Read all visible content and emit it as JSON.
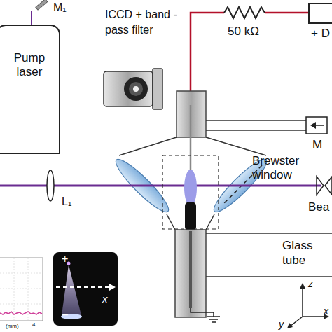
{
  "diagram": {
    "nodes": [
      {
        "text": [
          "Pump laser"
        ]
      },
      {
        "text": [
          "+ D"
        ]
      },
      {
        "text": [
          "+",
          "−",
          "x"
        ]
      }
    ],
    "labels": [
      "M₁",
      "ICCD + band -pass filter",
      "50 kΩ",
      "M",
      "Brewster window",
      "L₁",
      "Bea",
      "Glass tube",
      "4",
      "(mm)",
      "z",
      "y",
      "x"
    ]
  }
}
